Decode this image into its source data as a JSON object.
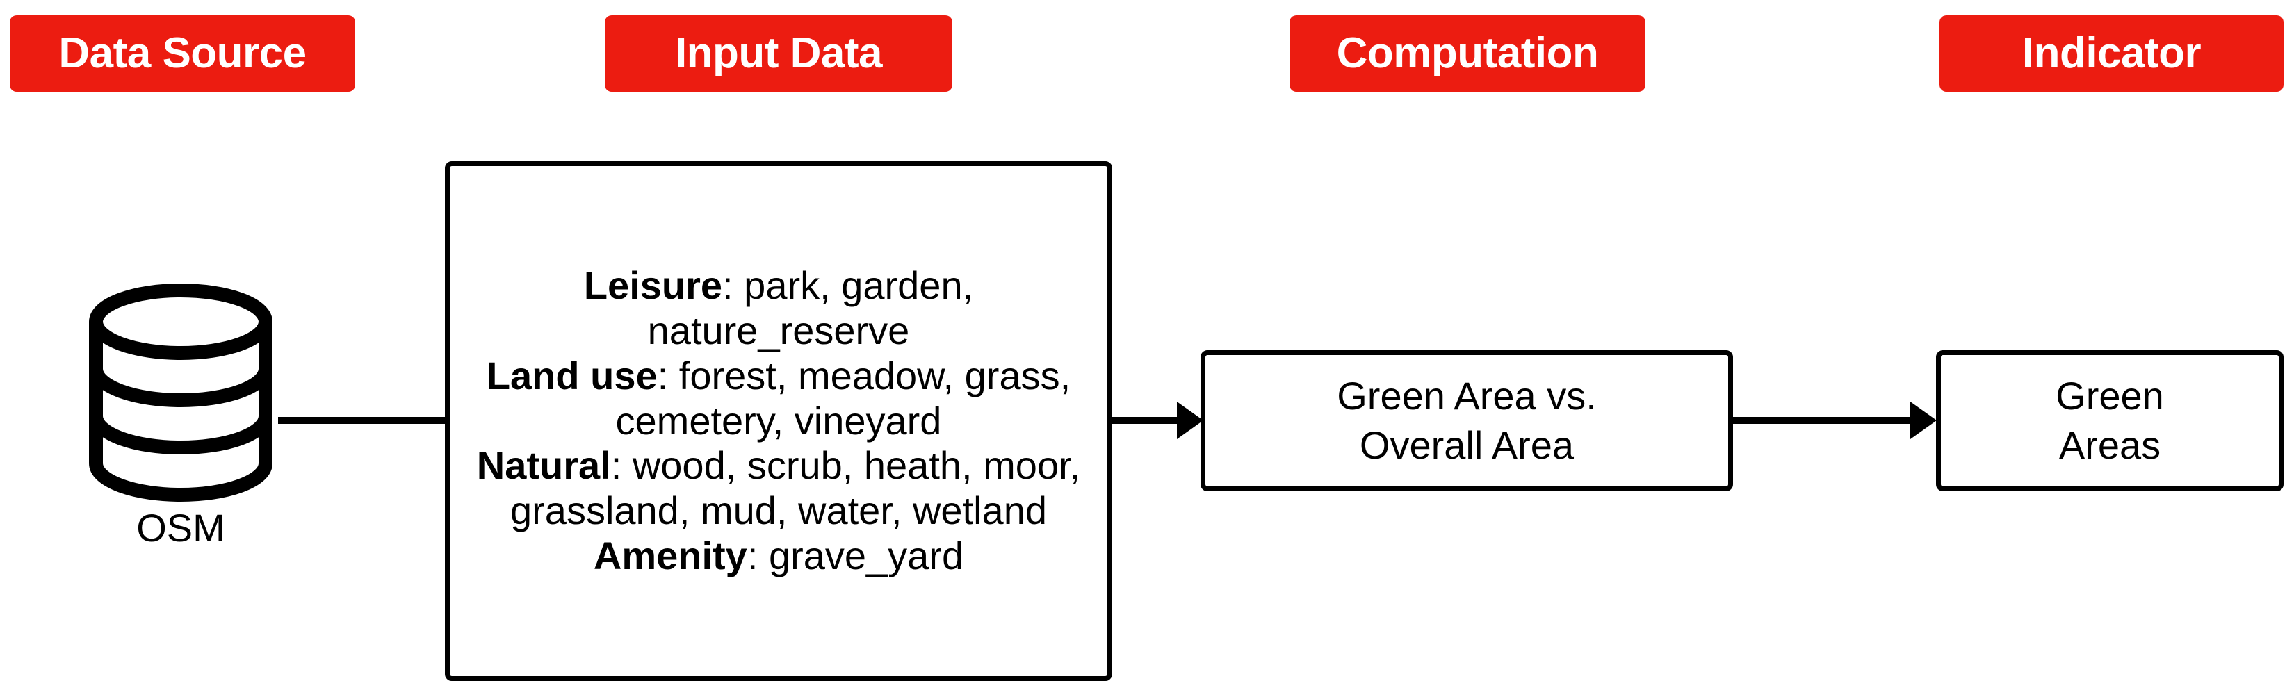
{
  "stages": [
    {
      "key": "data-source",
      "label": "Data Source"
    },
    {
      "key": "input-data",
      "label": "Input Data"
    },
    {
      "key": "computation",
      "label": "Computation"
    },
    {
      "key": "indicator",
      "label": "Indicator"
    }
  ],
  "colors": {
    "badge_background": "#EC1C11",
    "badge_text": "#FFFFFF",
    "stroke": "#000000",
    "canvas": "#FFFFFF"
  },
  "data_source": {
    "icon": "database-cylinder-icon",
    "label": "OSM"
  },
  "input_data": {
    "groups": [
      {
        "key": "Leisure",
        "separator": ": ",
        "values": "park, garden, nature_reserve"
      },
      {
        "key": "Land use",
        "separator": ": ",
        "values": "forest, meadow, grass, cemetery, vineyard"
      },
      {
        "key": "Natural",
        "separator": ": ",
        "values": "wood, scrub, heath, moor, grassland, mud, water, wetland"
      },
      {
        "key": "Amenity",
        "separator": ": ",
        "values": "grave_yard"
      }
    ]
  },
  "computation": {
    "line1": "Green Area vs.",
    "line2": "Overall Area"
  },
  "indicator": {
    "line1": "Green",
    "line2": "Areas"
  },
  "connectors": [
    {
      "from": "OSM",
      "to": "Input Data",
      "arrowhead": false
    },
    {
      "from": "Input Data",
      "to": "Computation",
      "arrowhead": true
    },
    {
      "from": "Computation",
      "to": "Indicator",
      "arrowhead": true
    }
  ]
}
